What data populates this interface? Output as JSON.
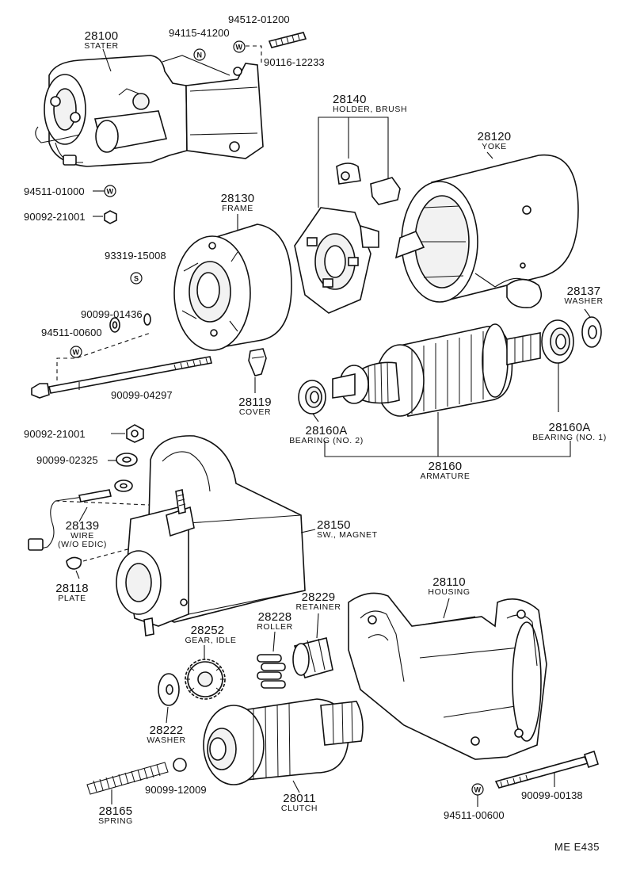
{
  "diagram": {
    "reference": "ME E435",
    "symbols": {
      "washer": "W",
      "nut": "N",
      "snap_ring": "S"
    },
    "parts": {
      "starter": {
        "number": "28100",
        "name": "STATER"
      },
      "washer_9451201200": {
        "code": "94512-01200"
      },
      "nut_9411541200": {
        "code": "94115-41200"
      },
      "stud_9011612233": {
        "code": "90116-12233"
      },
      "holder_brush": {
        "number": "28140",
        "name": "HOLDER, BRUSH"
      },
      "yoke": {
        "number": "28120",
        "name": "YOKE"
      },
      "washer_9451101000": {
        "code": "94511-01000"
      },
      "nut_9009221001_a": {
        "code": "90092-21001"
      },
      "frame": {
        "number": "28130",
        "name": "FRAME"
      },
      "snap_9331915008": {
        "code": "93319-15008"
      },
      "washer_9009901436": {
        "code": "90099-01436"
      },
      "washer_9451100600_a": {
        "code": "94511-00600"
      },
      "bolt_9009904297": {
        "code": "90099-04297"
      },
      "cover": {
        "number": "28119",
        "name": "COVER"
      },
      "washer_28137": {
        "number": "28137",
        "name": "WASHER"
      },
      "bearing_no2": {
        "number": "28160A",
        "name": "BEARING (NO. 2)"
      },
      "bearing_no1": {
        "number": "28160A",
        "name": "BEARING (NO. 1)"
      },
      "armature": {
        "number": "28160",
        "name": "ARMATURE"
      },
      "nut_9009221001_b": {
        "code": "90092-21001"
      },
      "washer_9009902325": {
        "code": "90099-02325"
      },
      "wire": {
        "number": "28139",
        "name_line1": "WIRE",
        "name_line2": "(W/O EDIC)"
      },
      "magnet_switch": {
        "number": "28150",
        "name": "SW., MAGNET"
      },
      "plate": {
        "number": "28118",
        "name": "PLATE"
      },
      "housing": {
        "number": "28110",
        "name": "HOUSING"
      },
      "retainer": {
        "number": "28229",
        "name": "RETAINER"
      },
      "roller": {
        "number": "28228",
        "name": "ROLLER"
      },
      "gear_idle": {
        "number": "28252",
        "name": "GEAR, IDLE"
      },
      "washer_28222": {
        "number": "28222",
        "name": "WASHER"
      },
      "ball_9009912009": {
        "code": "90099-12009"
      },
      "spring": {
        "number": "28165",
        "name": "SPRING"
      },
      "clutch": {
        "number": "28011",
        "name": "CLUTCH"
      },
      "washer_9451100600_b": {
        "code": "94511-00600"
      },
      "bolt_9009900138": {
        "code": "90099-00138"
      }
    }
  }
}
